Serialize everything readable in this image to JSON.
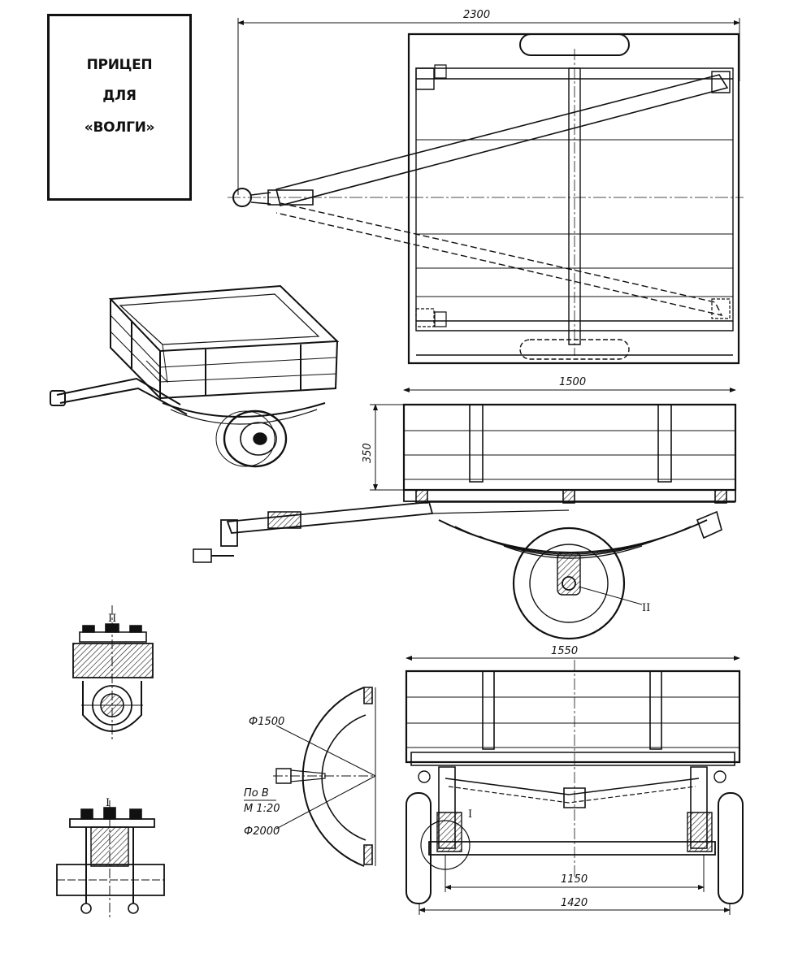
{
  "title_block": {
    "line1": "ПРИЦЕП",
    "line2": "ДЛЯ",
    "line3": "«ВОЛГИ»"
  },
  "dimensions": {
    "overall_length": "2300",
    "body_length": "1500",
    "body_height": "350",
    "body_width": "1550",
    "inner_track": "1150",
    "outer_track": "1420"
  },
  "fender_view": {
    "diameter_inner": "Ф1500",
    "diameter_outer": "Ф2000",
    "view_label_1": "По В",
    "view_label_2": "М 1:20"
  },
  "detail_labels": {
    "detail_2": "II",
    "detail_1": "I",
    "callout_2": "II",
    "callout_1": "I"
  }
}
